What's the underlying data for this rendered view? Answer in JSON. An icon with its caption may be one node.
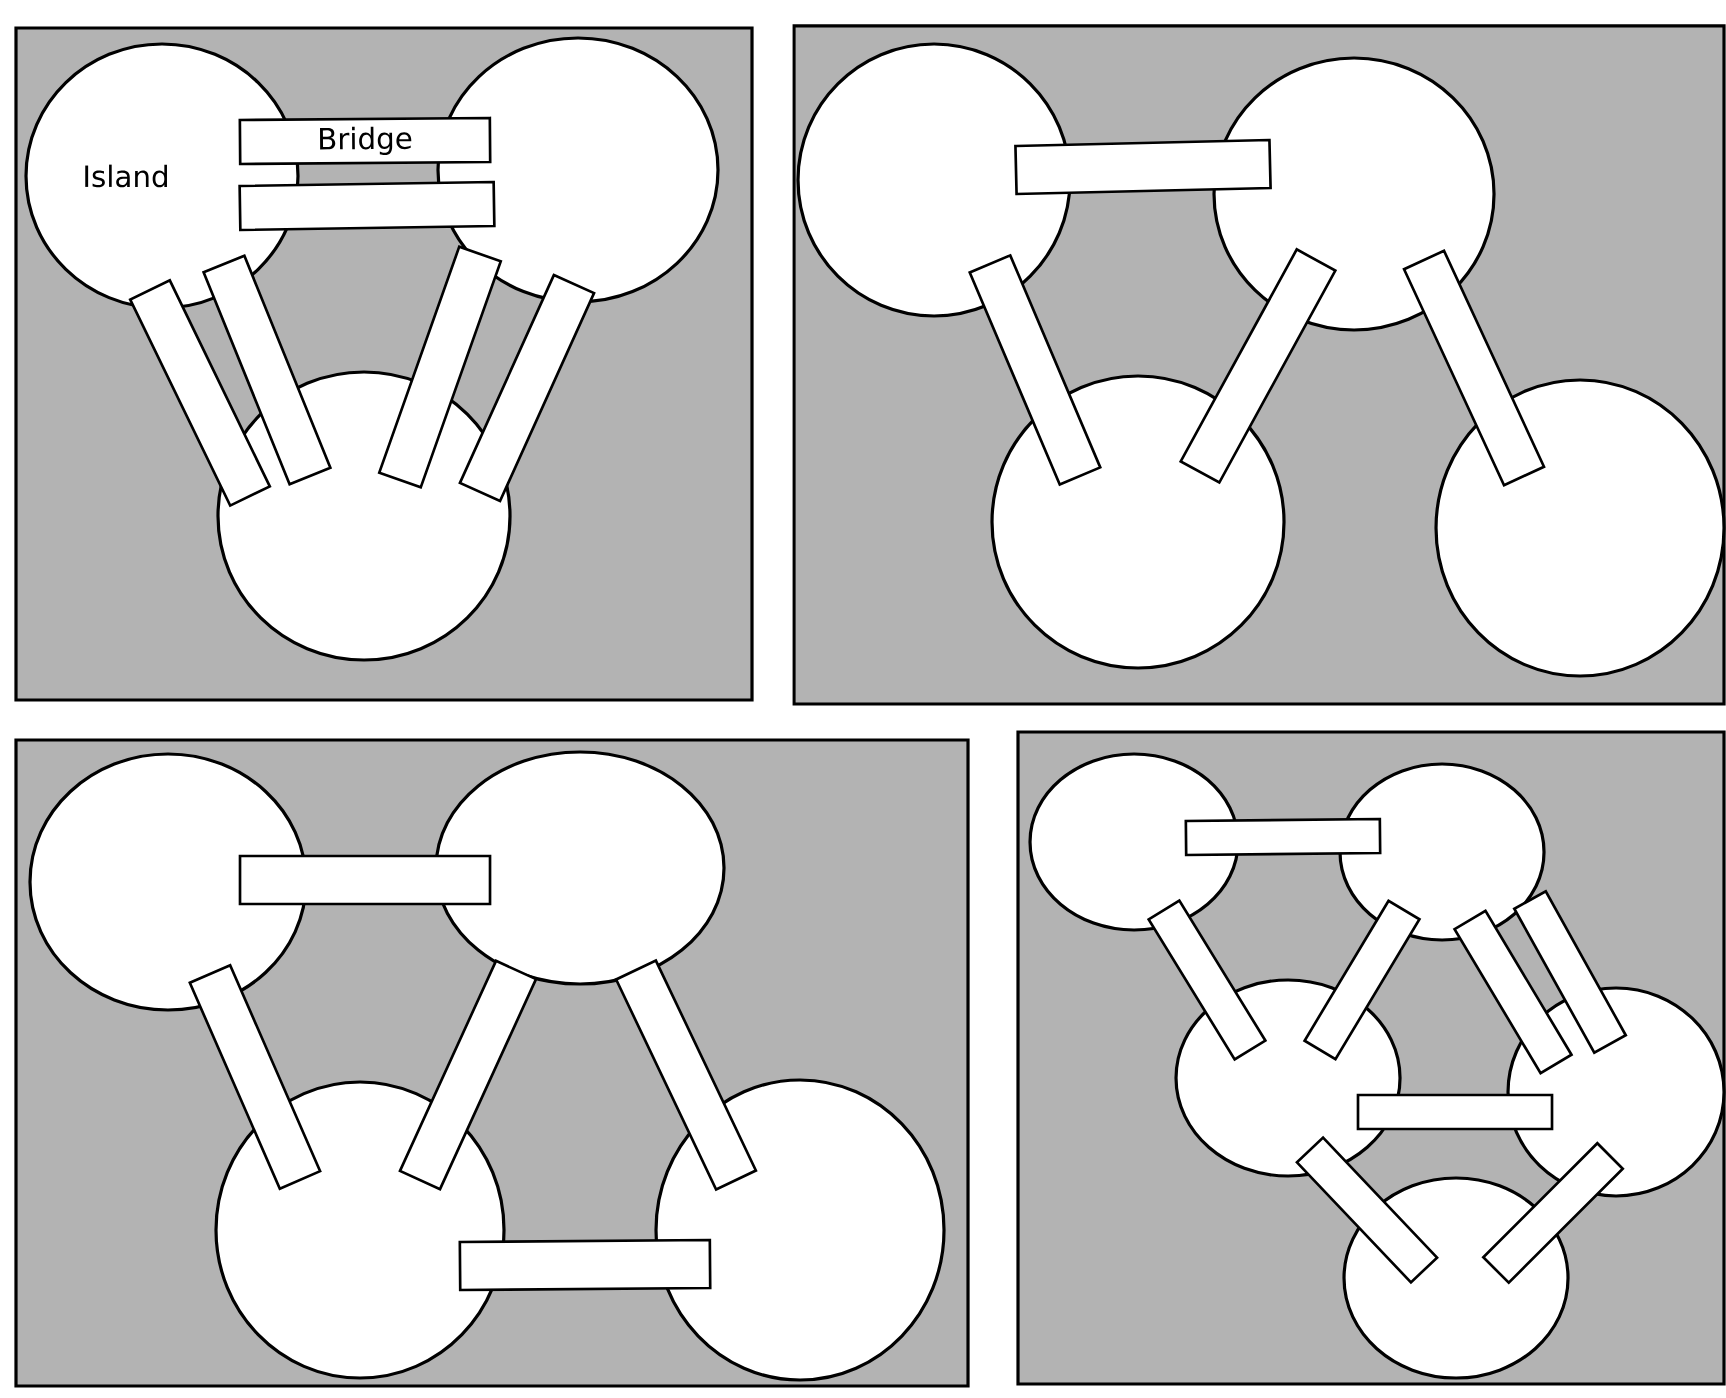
{
  "diagram": {
    "nodes": [
      {
        "text": [],
        "shape": "box"
      },
      {
        "text": [
          "Island"
        ],
        "in": 0
      },
      {
        "text": [],
        "shape": "circle",
        "in": 0
      },
      {
        "text": [],
        "shape": "circle",
        "in": 0
      },
      {
        "text": [
          "Bridge"
        ],
        "in": 0
      },
      {
        "text": [],
        "shape": "bar",
        "in": 0
      },
      {
        "text": [],
        "shape": "bar",
        "in": 0
      },
      {
        "text": [],
        "shape": "bar",
        "in": 0
      },
      {
        "text": [],
        "shape": "bar",
        "in": 0
      },
      {
        "text": [],
        "shape": "bar",
        "in": 0
      },
      {
        "text": [],
        "shape": "box"
      },
      {
        "text": [],
        "shape": "circle",
        "in": 10
      },
      {
        "text": [],
        "shape": "circle",
        "in": 10
      },
      {
        "text": [],
        "shape": "circle",
        "in": 10
      },
      {
        "text": [],
        "shape": "circle",
        "in": 10
      },
      {
        "text": [],
        "shape": "bar",
        "in": 10
      },
      {
        "text": [],
        "shape": "bar",
        "in": 10
      },
      {
        "text": [],
        "shape": "bar",
        "in": 10
      },
      {
        "text": [],
        "shape": "bar",
        "in": 10
      },
      {
        "text": [],
        "shape": "box"
      },
      {
        "text": [],
        "shape": "circle",
        "in": 19
      },
      {
        "text": [],
        "shape": "circle",
        "in": 19
      },
      {
        "text": [],
        "shape": "circle",
        "in": 19
      },
      {
        "text": [],
        "shape": "circle",
        "in": 19
      },
      {
        "text": [],
        "shape": "bar",
        "in": 19
      },
      {
        "text": [],
        "shape": "bar",
        "in": 19
      },
      {
        "text": [],
        "shape": "bar",
        "in": 19
      },
      {
        "text": [],
        "shape": "bar",
        "in": 19
      },
      {
        "text": [],
        "shape": "bar",
        "in": 19
      },
      {
        "text": [],
        "shape": "box"
      },
      {
        "text": [],
        "shape": "circle",
        "in": 29
      },
      {
        "text": [],
        "shape": "circle",
        "in": 29
      },
      {
        "text": [],
        "shape": "circle",
        "in": 29
      },
      {
        "text": [],
        "shape": "circle",
        "in": 29
      },
      {
        "text": [],
        "shape": "circle",
        "in": 29
      },
      {
        "text": [],
        "shape": "bar",
        "in": 29
      },
      {
        "text": [],
        "shape": "bar",
        "in": 29
      },
      {
        "text": [],
        "shape": "bar",
        "in": 29
      },
      {
        "text": [],
        "shape": "bar",
        "in": 29
      },
      {
        "text": [],
        "shape": "bar",
        "in": 29
      },
      {
        "text": [],
        "shape": "bar",
        "in": 29
      },
      {
        "text": [],
        "shape": "bar",
        "in": 29
      },
      {
        "text": [],
        "shape": "bar",
        "in": 29
      }
    ]
  }
}
